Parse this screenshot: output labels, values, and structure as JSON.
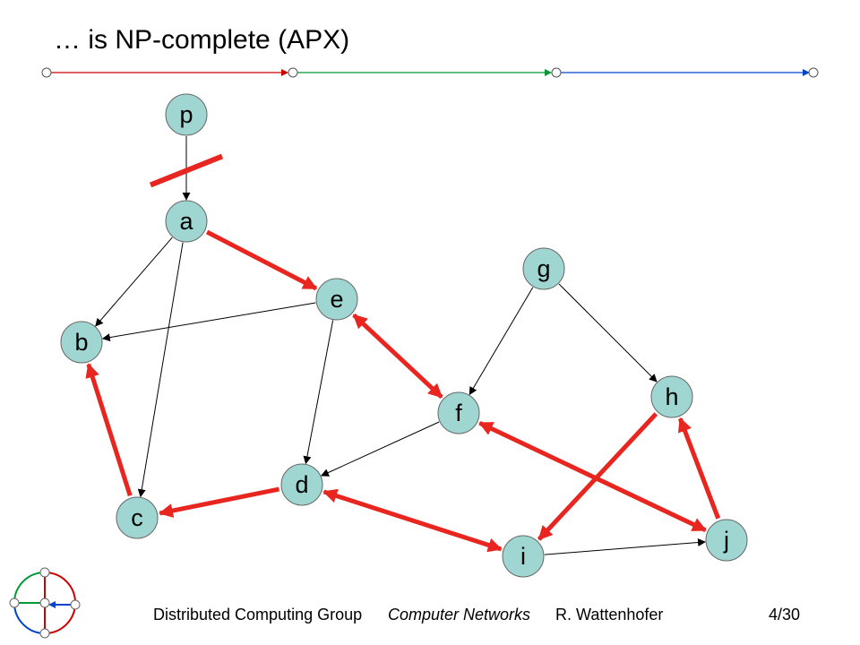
{
  "slide": {
    "title": "… is NP-complete (APX)"
  },
  "header_bar": {
    "segment_colors": [
      "#cc0000",
      "#009933",
      "#0044cc"
    ]
  },
  "graph": {
    "node_fill": "#9fd6d2",
    "node_stroke": "#666666",
    "edge_color": "#000000",
    "highlight_color": "#e8251f",
    "nodes": [
      {
        "id": "p",
        "label": "p"
      },
      {
        "id": "a",
        "label": "a"
      },
      {
        "id": "b",
        "label": "b"
      },
      {
        "id": "c",
        "label": "c"
      },
      {
        "id": "d",
        "label": "d"
      },
      {
        "id": "e",
        "label": "e"
      },
      {
        "id": "f",
        "label": "f"
      },
      {
        "id": "g",
        "label": "g"
      },
      {
        "id": "h",
        "label": "h"
      },
      {
        "id": "i",
        "label": "i"
      },
      {
        "id": "j",
        "label": "j"
      }
    ],
    "edges": [
      {
        "from": "p",
        "to": "a",
        "style": "thin",
        "direction": "forward"
      },
      {
        "from": "a",
        "to": "b",
        "style": "thin",
        "direction": "forward"
      },
      {
        "from": "a",
        "to": "c",
        "style": "thin",
        "direction": "forward"
      },
      {
        "from": "e",
        "to": "b",
        "style": "thin",
        "direction": "forward"
      },
      {
        "from": "e",
        "to": "d",
        "style": "thin",
        "direction": "forward"
      },
      {
        "from": "f",
        "to": "d",
        "style": "thin",
        "direction": "forward"
      },
      {
        "from": "g",
        "to": "f",
        "style": "thin",
        "direction": "forward"
      },
      {
        "from": "g",
        "to": "h",
        "style": "thin",
        "direction": "forward"
      },
      {
        "from": "i",
        "to": "j",
        "style": "thin",
        "direction": "forward"
      },
      {
        "from": "a",
        "to": "e",
        "style": "bold",
        "direction": "forward"
      },
      {
        "from": "e",
        "to": "f",
        "style": "bold",
        "direction": "both"
      },
      {
        "from": "d",
        "to": "c",
        "style": "bold",
        "direction": "forward"
      },
      {
        "from": "c",
        "to": "b",
        "style": "bold",
        "direction": "forward"
      },
      {
        "from": "d",
        "to": "i",
        "style": "bold",
        "direction": "both"
      },
      {
        "from": "f",
        "to": "j",
        "style": "bold",
        "direction": "both"
      },
      {
        "from": "h",
        "to": "i",
        "style": "bold",
        "direction": "forward"
      },
      {
        "from": "j",
        "to": "h",
        "style": "bold",
        "direction": "forward"
      }
    ],
    "cut_marker": {
      "on_edge": [
        "p",
        "a"
      ]
    }
  },
  "footer": {
    "group": "Distributed Computing Group",
    "course": "Computer Networks",
    "author": "R. Wattenhofer",
    "page": "4/30"
  },
  "logo": {
    "name": "distributed-computing-group-logo",
    "colors": [
      "#cc0000",
      "#009933",
      "#0044cc"
    ]
  }
}
